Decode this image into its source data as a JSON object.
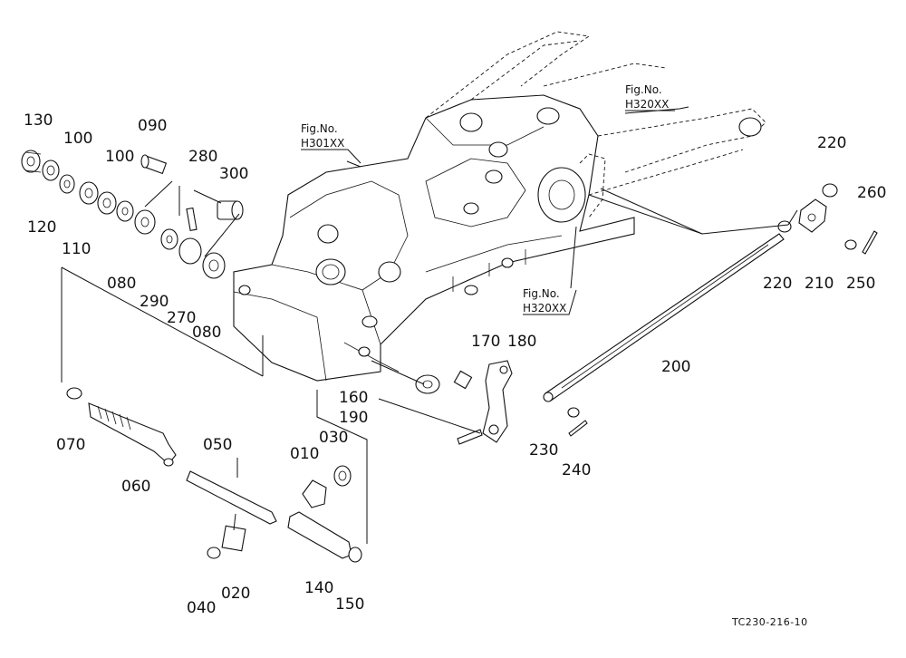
{
  "diagram": {
    "code": "TC230-216-10",
    "references": [
      {
        "id": "ref-h320-top",
        "line1": "Fig.No.",
        "line2": "H320XX"
      },
      {
        "id": "ref-h301",
        "line1": "Fig.No.",
        "line2": "H301XX"
      },
      {
        "id": "ref-h320-mid",
        "line1": "Fig.No.",
        "line2": "H320XX"
      }
    ],
    "part_labels": [
      "130",
      "100",
      "090",
      "280",
      "300",
      "100",
      "120",
      "110",
      "080",
      "290",
      "270",
      "080",
      "070",
      "060",
      "050",
      "010",
      "030",
      "020",
      "040",
      "140",
      "150",
      "160",
      "170",
      "180",
      "190",
      "200",
      "230",
      "240",
      "220",
      "220",
      "210",
      "250",
      "260"
    ]
  }
}
